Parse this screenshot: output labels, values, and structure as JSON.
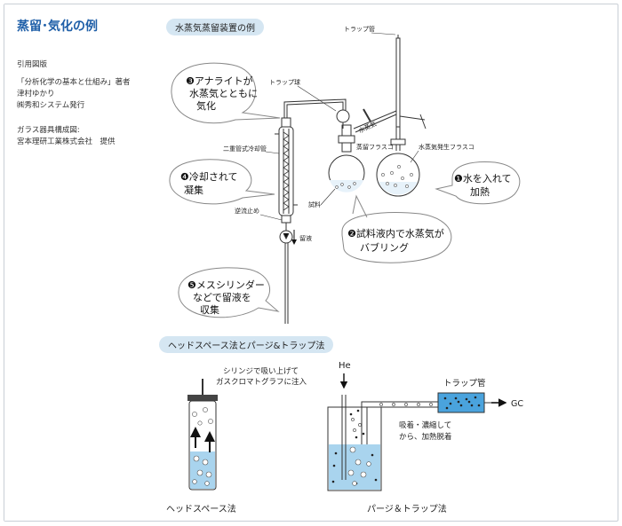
{
  "sidebar": {
    "title": "蒸留･気化の例",
    "cite_heading": "引用図版",
    "cite_line1": "「分析化学の基本と仕組み」著者",
    "cite_line2": "津村ゆかり",
    "cite_line3": "㈱秀和システム発行",
    "glass_heading": "ガラス器具構成図:",
    "glass_line": "宮本理研工業株式会社　提供"
  },
  "section1": {
    "title": "水蒸気蒸留装置の例",
    "labels": {
      "trap_tube": "トラップ管",
      "trap_bulb": "トラップ球",
      "condenser": "二重管式冷却管",
      "steam": "水蒸気",
      "dist_flask": "蒸留フラスコ",
      "steam_gen_flask": "水蒸気発生フラスコ",
      "sample": "試料",
      "check_valve": "逆流止め",
      "distillate": "留液"
    },
    "bubbles": {
      "b3_l1": "❸アナライトが",
      "b3_l2": "水蒸気とともに",
      "b3_l3": "気化",
      "b4_l1": "❹冷却されて",
      "b4_l2": "凝集",
      "b1_l1": "❶水を入れて",
      "b1_l2": "加熱",
      "b2_l1": "❷試料液内で水蒸気が",
      "b2_l2": "バブリング",
      "b5_l1": "❺メスシリンダー",
      "b5_l2": "などで留液を",
      "b5_l3": "収集"
    }
  },
  "section2": {
    "title": "ヘッドスペース法とパージ&トラップ法",
    "syringe_l1": "シリンジで吸い上げて",
    "syringe_l2": "ガスクロマトグラフに注入",
    "headspace": "ヘッドスペース法",
    "he": "He",
    "trap_tube": "トラップ管",
    "gc": "GC",
    "adsorb_l1": "吸着・濃縮して",
    "adsorb_l2": "から、加熱脱着",
    "purge_trap": "パージ＆トラップ法"
  },
  "colors": {
    "accent": "#1f5fa8",
    "pill": "#d5e6f2",
    "water": "#a9d4ee",
    "trap_fill": "#4aa3dd"
  }
}
